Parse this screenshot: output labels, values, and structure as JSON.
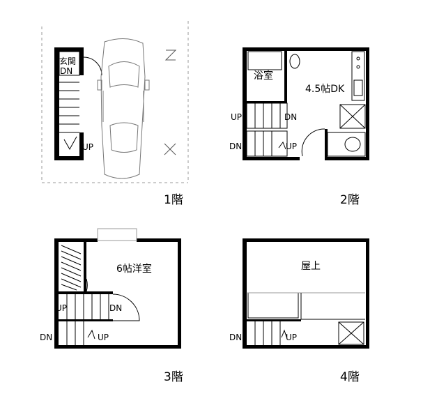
{
  "floors": [
    {
      "name": "1階",
      "labels": {
        "entrance": "玄関",
        "dn": "DN",
        "up": "UP"
      }
    },
    {
      "name": "2階",
      "labels": {
        "bath": "浴室",
        "dk": "4.5帖DK",
        "up1": "UP",
        "dn1": "DN",
        "dn2": "DN",
        "up2": "UP"
      }
    },
    {
      "name": "3階",
      "labels": {
        "room": "6帖洋室",
        "up1": "UP",
        "dn1": "DN",
        "dn2": "DN",
        "up2": "UP"
      }
    },
    {
      "name": "4階",
      "labels": {
        "roof": "屋上",
        "dn": "DN",
        "up": "UP"
      }
    }
  ]
}
